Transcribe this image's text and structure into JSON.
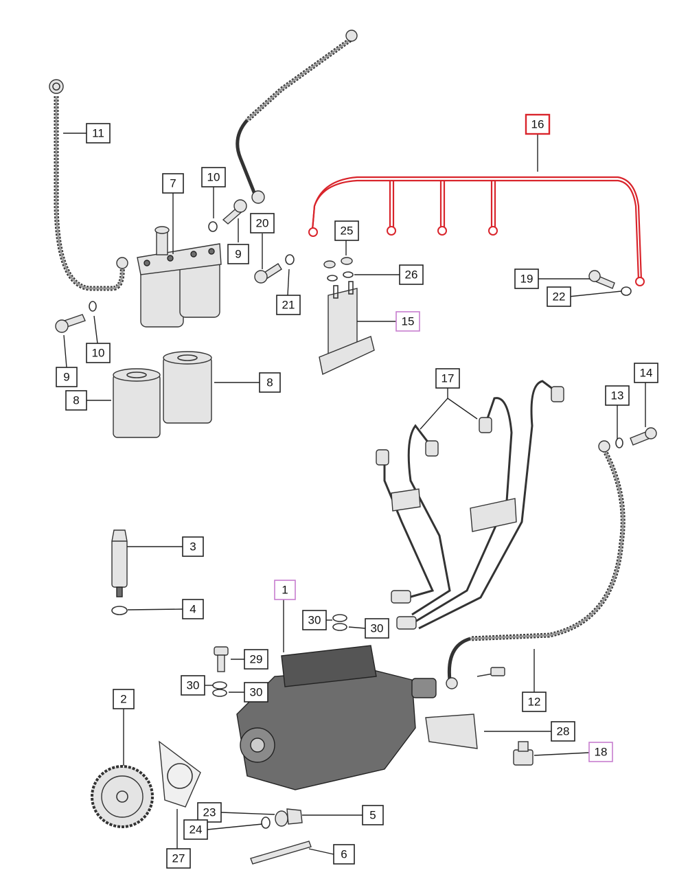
{
  "diagram": {
    "callouts": [
      {
        "id": "c1",
        "label": "1",
        "style": "highlight-purple"
      },
      {
        "id": "c2",
        "label": "2",
        "style": "normal"
      },
      {
        "id": "c3",
        "label": "3",
        "style": "normal"
      },
      {
        "id": "c4",
        "label": "4",
        "style": "normal"
      },
      {
        "id": "c5",
        "label": "5",
        "style": "normal"
      },
      {
        "id": "c6",
        "label": "6",
        "style": "normal"
      },
      {
        "id": "c7",
        "label": "7",
        "style": "normal"
      },
      {
        "id": "c8a",
        "label": "8",
        "style": "normal"
      },
      {
        "id": "c8b",
        "label": "8",
        "style": "normal"
      },
      {
        "id": "c9a",
        "label": "9",
        "style": "normal"
      },
      {
        "id": "c9b",
        "label": "9",
        "style": "normal"
      },
      {
        "id": "c10a",
        "label": "10",
        "style": "normal"
      },
      {
        "id": "c10b",
        "label": "10",
        "style": "normal"
      },
      {
        "id": "c11",
        "label": "11",
        "style": "normal"
      },
      {
        "id": "c12",
        "label": "12",
        "style": "normal"
      },
      {
        "id": "c13",
        "label": "13",
        "style": "normal"
      },
      {
        "id": "c14",
        "label": "14",
        "style": "normal"
      },
      {
        "id": "c15",
        "label": "15",
        "style": "highlight-purple"
      },
      {
        "id": "c16",
        "label": "16",
        "style": "highlight-red"
      },
      {
        "id": "c17",
        "label": "17",
        "style": "normal"
      },
      {
        "id": "c18",
        "label": "18",
        "style": "highlight-purple"
      },
      {
        "id": "c19",
        "label": "19",
        "style": "normal"
      },
      {
        "id": "c20",
        "label": "20",
        "style": "normal"
      },
      {
        "id": "c21",
        "label": "21",
        "style": "normal"
      },
      {
        "id": "c22",
        "label": "22",
        "style": "normal"
      },
      {
        "id": "c23",
        "label": "23",
        "style": "normal"
      },
      {
        "id": "c24",
        "label": "24",
        "style": "normal"
      },
      {
        "id": "c25",
        "label": "25",
        "style": "normal"
      },
      {
        "id": "c26",
        "label": "26",
        "style": "normal"
      },
      {
        "id": "c27",
        "label": "27",
        "style": "normal"
      },
      {
        "id": "c28",
        "label": "28",
        "style": "normal"
      },
      {
        "id": "c29",
        "label": "29",
        "style": "normal"
      },
      {
        "id": "c30a",
        "label": "30",
        "style": "normal"
      },
      {
        "id": "c30b",
        "label": "30",
        "style": "normal"
      },
      {
        "id": "c30c",
        "label": "30",
        "style": "normal"
      },
      {
        "id": "c30d",
        "label": "30",
        "style": "normal"
      }
    ],
    "colors": {
      "highlight_red": "#d9242b",
      "highlight_purple": "#c77dcf",
      "normal_border": "#222222",
      "line": "#333333"
    }
  }
}
